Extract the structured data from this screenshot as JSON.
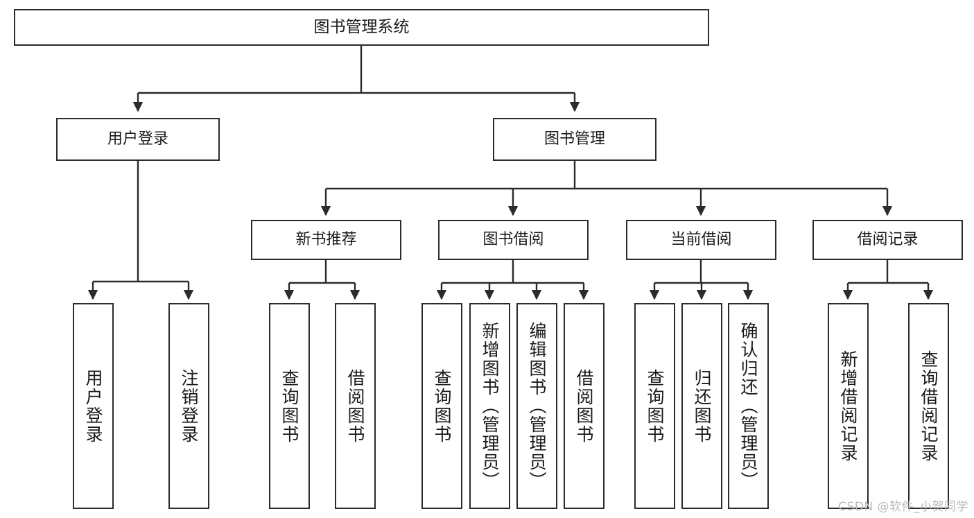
{
  "diagram": {
    "title": "图书管理系统",
    "type": "tree-hierarchy-chart",
    "watermark": "CSDN @软件_小贺同学",
    "colors": {
      "border": "#2b2b2b",
      "background": "#ffffff",
      "text": "#1a1a1a",
      "watermark": "#b9b9b9"
    },
    "root": {
      "label": "图书管理系统"
    },
    "level2": [
      {
        "label": "用户登录"
      },
      {
        "label": "图书管理"
      }
    ],
    "level3": [
      {
        "label": "新书推荐"
      },
      {
        "label": "图书借阅"
      },
      {
        "label": "当前借阅"
      },
      {
        "label": "借阅记录"
      }
    ],
    "leaves": {
      "user_login": [
        {
          "label": "用户登录"
        },
        {
          "label": "注销登录"
        }
      ],
      "new_book_recommend": [
        {
          "label": "查询图书"
        },
        {
          "label": "借阅图书"
        }
      ],
      "book_borrow": [
        {
          "label": "查询图书"
        },
        {
          "label": "新增图书（管理员）"
        },
        {
          "label": "编辑图书（管理员）"
        },
        {
          "label": "借阅图书"
        }
      ],
      "current_borrow": [
        {
          "label": "查询图书"
        },
        {
          "label": "归还图书"
        },
        {
          "label": "确认归还（管理员）"
        }
      ],
      "borrow_records": [
        {
          "label": "新增借阅记录"
        },
        {
          "label": "查询借阅记录"
        }
      ]
    }
  }
}
